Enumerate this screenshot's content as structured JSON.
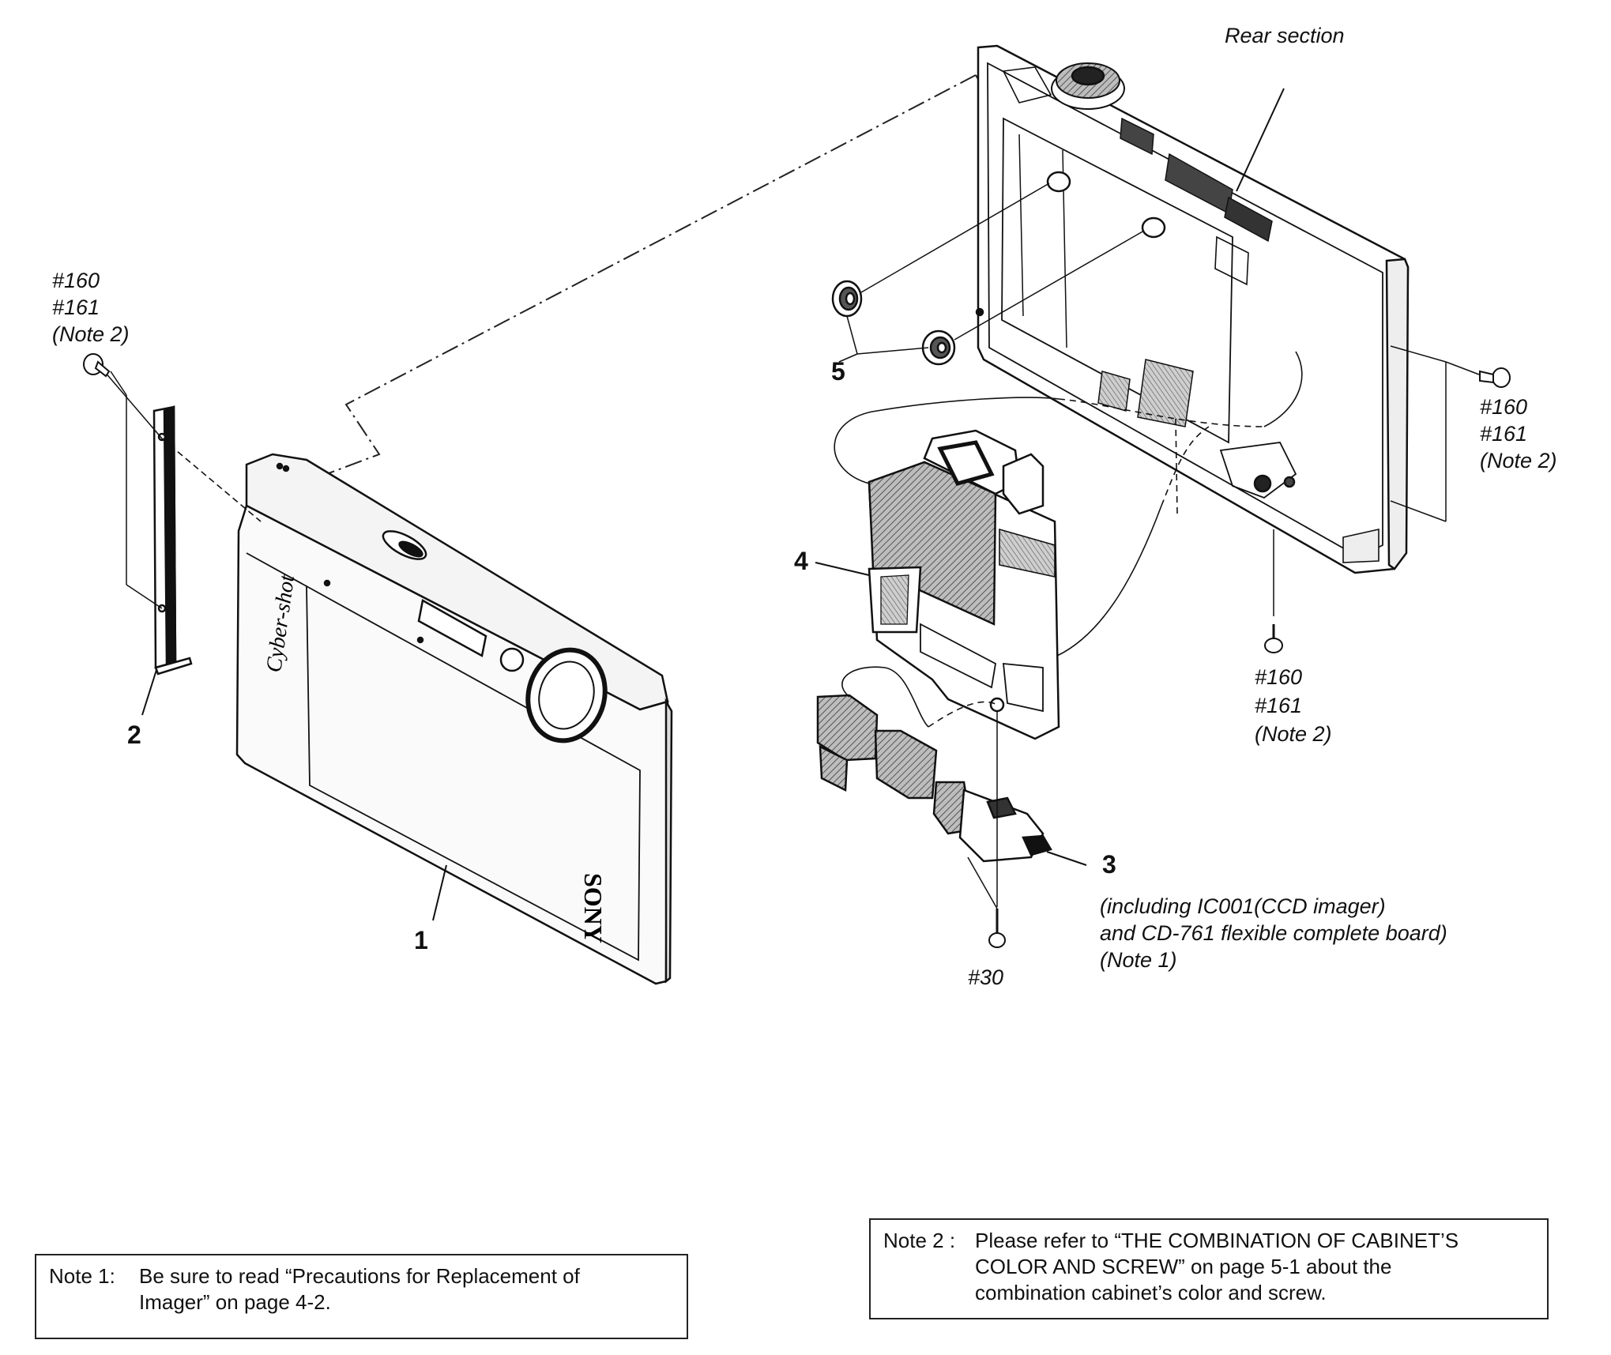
{
  "labels": {
    "rear_section": "Rear section",
    "screw_left": [
      "#160",
      "#161",
      "(Note 2)"
    ],
    "screw_right": [
      "#160",
      "#161",
      "(Note 2)"
    ],
    "screw_bottom": [
      "#160",
      "#161",
      "(Note 2)"
    ],
    "screw_30": "#30",
    "part3_desc": [
      "(including IC001(CCD imager)",
      "and CD-761 flexible complete board)",
      "(Note 1)"
    ]
  },
  "parts": {
    "p1": "1",
    "p2": "2",
    "p3": "3",
    "p4": "4",
    "p5": "5"
  },
  "branding": {
    "brand": "SONY",
    "model": "Cyber-shot"
  },
  "notes": {
    "note1": {
      "label": "Note 1:",
      "lines": [
        "Be sure to read “Precautions for Replacement of",
        "Imager” on page 4-2."
      ]
    },
    "note2": {
      "label": "Note 2 :",
      "lines": [
        "Please refer to “THE COMBINATION OF CABINET’S",
        "COLOR AND SCREW” on page 5-1 about the",
        "combination cabinet’s color and screw."
      ]
    }
  }
}
